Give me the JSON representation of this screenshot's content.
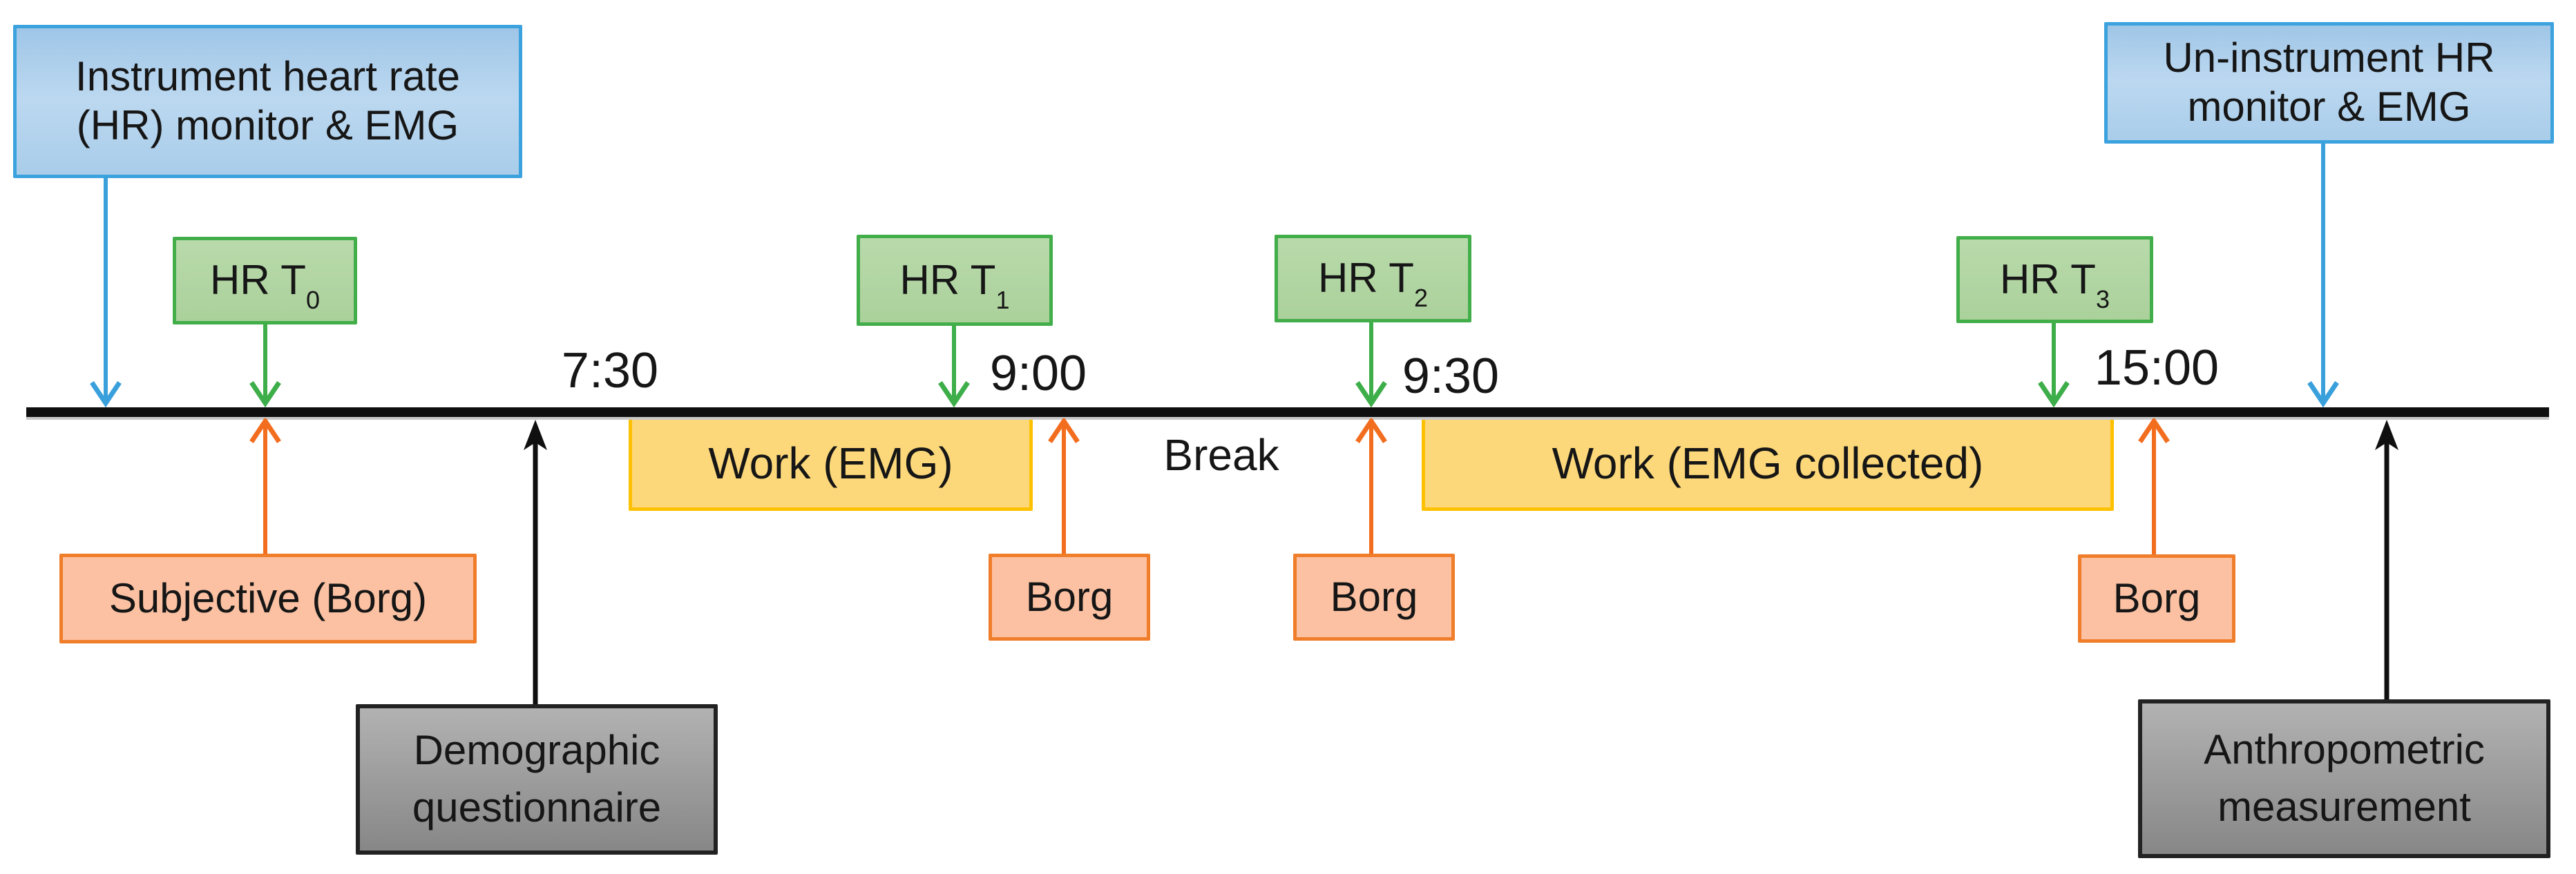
{
  "figure": {
    "type": "study-protocol-timeline",
    "break_label": "Break",
    "times": [
      "7:30",
      "9:00",
      "9:30",
      "15:00"
    ],
    "boxes": {
      "instrument": {
        "line1": "Instrument heart rate",
        "line2": "(HR) monitor & EMG"
      },
      "uninstrument": {
        "line1": "Un-instrument HR",
        "line2": "monitor & EMG"
      },
      "hr_t0": {
        "label": "HR T",
        "sub": "0"
      },
      "hr_t1": {
        "label": "HR T",
        "sub": "1"
      },
      "hr_t2": {
        "label": "HR T",
        "sub": "2"
      },
      "hr_t3": {
        "label": "HR T",
        "sub": "3"
      },
      "work_emg": {
        "label": "Work (EMG)"
      },
      "work_emg_collected": {
        "label": "Work (EMG collected)"
      },
      "subjective": {
        "label": "Subjective (Borg)"
      },
      "borg": {
        "label": "Borg"
      },
      "demographic": {
        "line1": "Demographic",
        "line2": "questionnaire"
      },
      "anthropometric": {
        "line1": "Anthropometric",
        "line2": "measurement"
      }
    },
    "colors": {
      "blue_fill": "#abceea",
      "blue_border": "#3ba2de",
      "green_fill": "#b4d8a6",
      "green_border": "#42ae4a",
      "yellow_fill": "#fcd87a",
      "yellow_border": "#fdc101",
      "salmon_fill": "#fbc1a2",
      "salmon_border": "#ef7d2a",
      "gray_fill": "#9d9d9d",
      "gray_border": "#222222",
      "orange_arrow": "#f36d1f",
      "green_arrow": "#3dae49",
      "blue_arrow": "#3aa0dc",
      "black": "#0f0f0f"
    }
  }
}
